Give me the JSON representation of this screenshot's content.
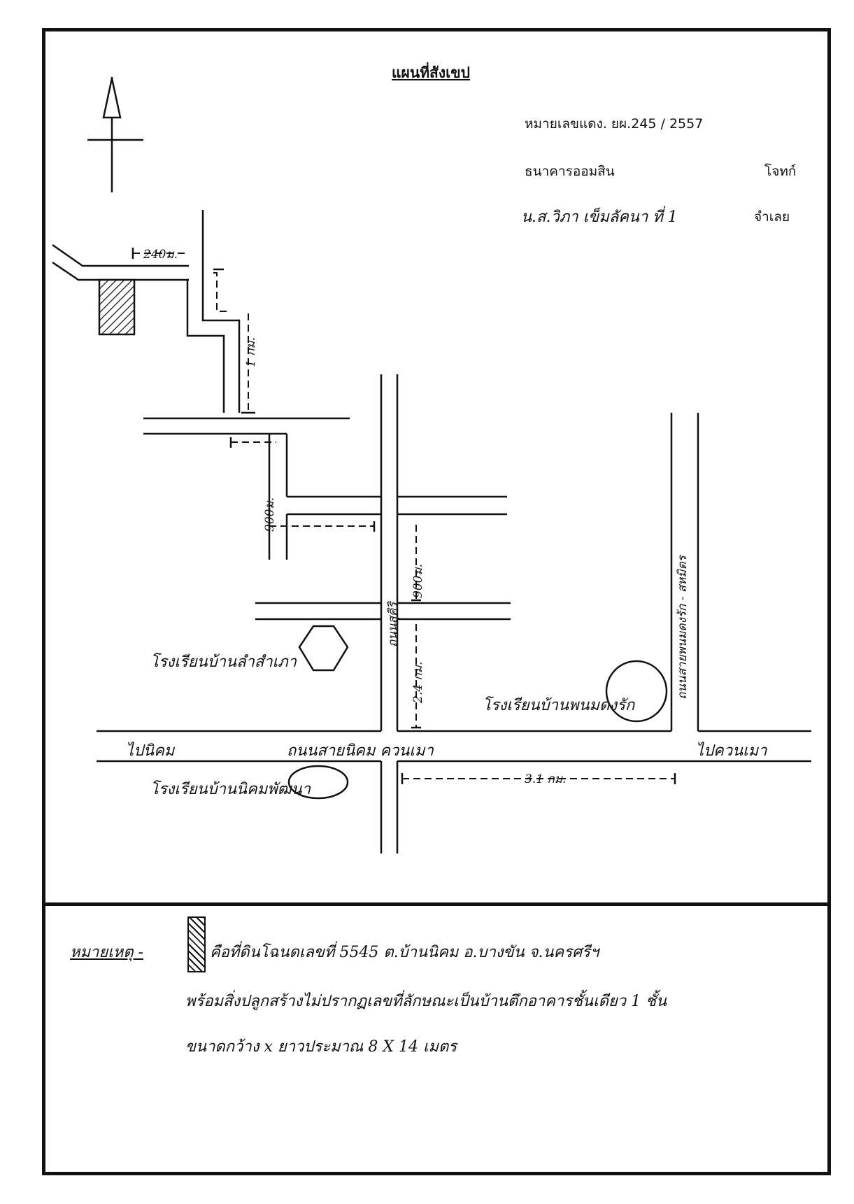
{
  "header": {
    "title": "แผนที่สังเขป",
    "case_number": "หมายเลขแดง. ยผ.245 / 2557",
    "plaintiff_name": "ธนาคารออมสิน",
    "plaintiff_role": "โจทก์",
    "defendant_name": "น.ส.วิภา เข็มลัคนา ที่ 1",
    "defendant_role": "จำเลย"
  },
  "map": {
    "distance_top_left": "240ม.",
    "distance_1km": "1 กม.",
    "distance_900m_left": "900ม.",
    "distance_900m_center": "900ม.",
    "distance_24km": "2.4 กม.",
    "distance_31km": "3.1 กม.",
    "road_center": "ถนนสุคิริ",
    "road_right": "ถนนสายพนมดงรัก - สหมิตร",
    "main_road": "ถนนสายนิคม ควนเมา",
    "to_left": "ไปนิคม",
    "to_right": "ไปควนเมา",
    "school_1": "โรงเรียนบ้านลำสำเภา",
    "school_2": "โรงเรียนบ้านพนมดงรัก",
    "school_3": "โรงเรียนบ้านนิคมพัฒนา"
  },
  "legend": {
    "label": "หมายเหตุ -",
    "line1": "คือที่ดินโฉนดเลขที่ 5545 ต.บ้านนิคม อ.บางขัน จ.นครศรีฯ",
    "line2": "พร้อมสิ่งปลูกสร้างไม่ปรากฏเลขที่ลักษณะเป็นบ้านตึกอาคารชั้นเดียว 1 ชั้น",
    "line3": "ขนาดกว้าง x ยาวประมาณ 8 X 14 เมตร"
  }
}
